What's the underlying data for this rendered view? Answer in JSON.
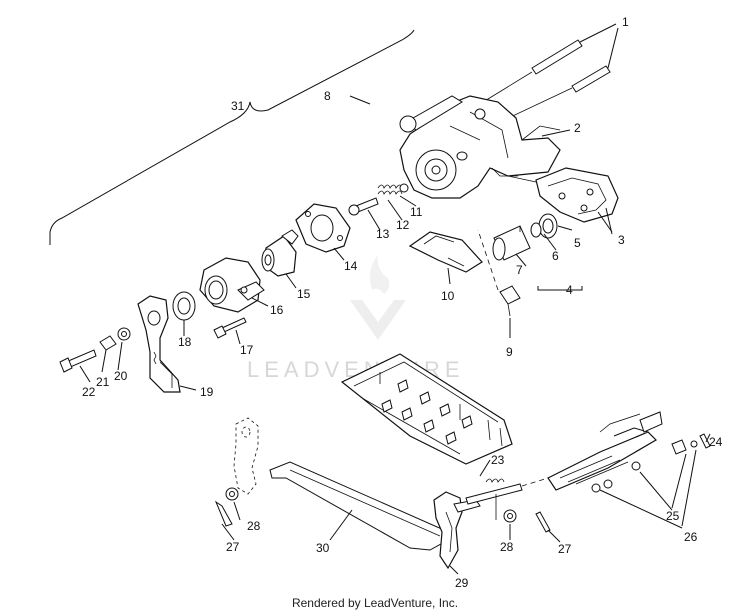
{
  "watermark": {
    "brand": "LEADVENTURE",
    "color": "#d7d7d7"
  },
  "footer": {
    "text": "Rendered by LeadVenture, Inc."
  },
  "callouts": {
    "c1": "1",
    "c2": "2",
    "c3": "3",
    "c4": "4",
    "c5": "5",
    "c6": "6",
    "c7": "7",
    "c8": "8",
    "c9": "9",
    "c10": "10",
    "c11": "11",
    "c12": "12",
    "c13": "13",
    "c14": "14",
    "c15": "15",
    "c16": "16",
    "c17": "17",
    "c18": "18",
    "c19": "19",
    "c20": "20",
    "c21": "21",
    "c22": "22",
    "c23": "23",
    "c24": "24",
    "c25": "25",
    "c26": "26",
    "c27a": "27",
    "c27b": "27",
    "c28a": "28",
    "c28b": "28",
    "c29": "29",
    "c30": "30",
    "c31": "31"
  }
}
